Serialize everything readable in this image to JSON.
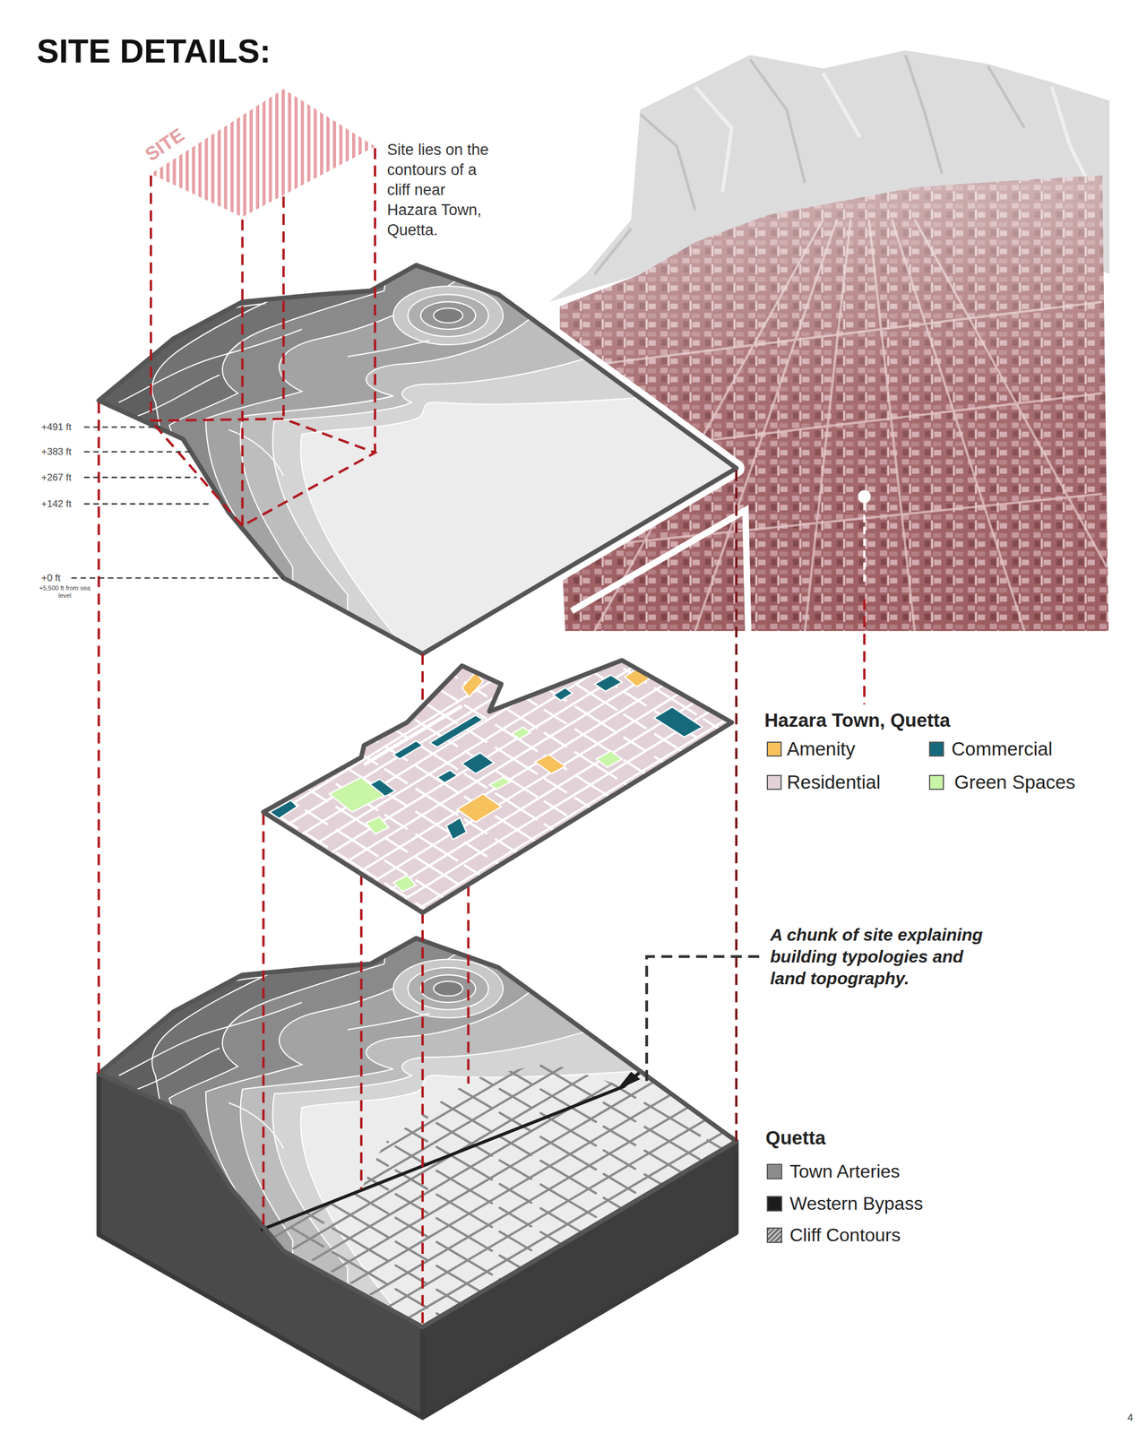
{
  "diagram": {
    "title": "SITE DETAILS:",
    "nodes": [
      {
        "text": [
          "SITE"
        ]
      }
    ],
    "labels": [
      "Site lies on the contours of a cliff near Hazara Town, Quetta.",
      "+491 ft",
      "+383 ft",
      "+267 ft",
      "+142 ft",
      "+0 ft",
      "+5,500 ft from sea level",
      "Hazara Town, Quetta",
      "A chunk of site explaining building typologies and land topography.",
      "Quetta",
      "4"
    ],
    "legend": [
      {
        "text": "Amenity",
        "color": "#f7c15c"
      },
      {
        "text": "Commercial",
        "color": "#15697a"
      },
      {
        "text": "Residential",
        "color": "#e3d1d8"
      },
      {
        "text": "Green Spaces",
        "color": "#c8f5a6"
      },
      {
        "text": "Town Arteries",
        "color": "#8c8c8c"
      },
      {
        "text": "Western Bypass",
        "color": "#1c1c1c"
      },
      {
        "text": "Cliff Contours"
      }
    ]
  }
}
